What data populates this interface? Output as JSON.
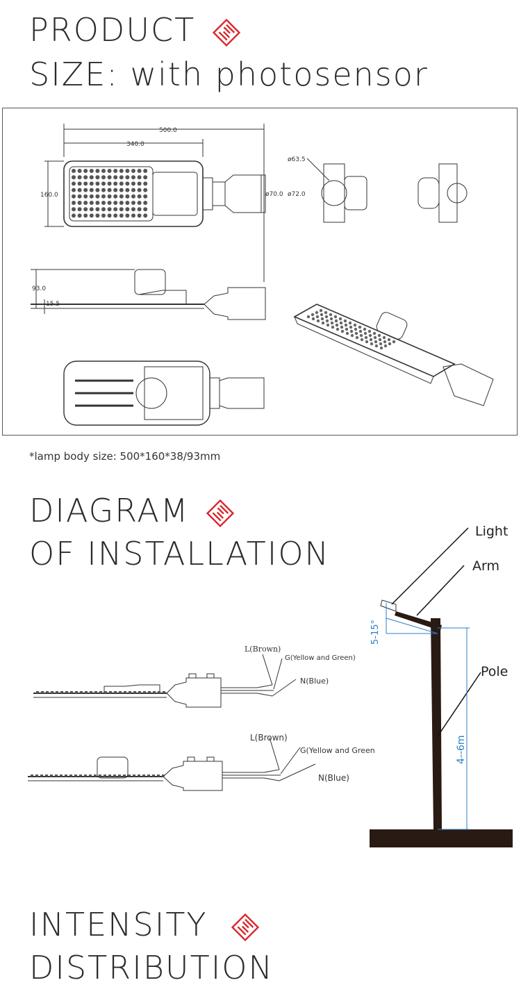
{
  "section1": {
    "title_line1": "PRODUCT",
    "title_line2": "SIZE: with photosensor"
  },
  "drawing": {
    "dim_length": "500.0",
    "dim_inner": "340.0",
    "dim_width": "160.0",
    "dim_d1": "ø70.0",
    "dim_d2": "ø72.0",
    "dim_d3": "ø63.5",
    "dim_height": "93.0",
    "dim_thick": "15.5"
  },
  "note": "*lamp body size: 500*160*38/93mm",
  "section2": {
    "title_line1": "DIAGRAM",
    "title_line2": "OF INSTALLATION"
  },
  "wiring": {
    "l_brown": "L(Brown)",
    "g_yellow_green": "G(Yellow and Green)",
    "n_blue": "N(Blue)"
  },
  "pole": {
    "light": "Light",
    "arm": "Arm",
    "pole": "Pole",
    "angle": "5-15°",
    "height": "4--6m"
  },
  "section3": {
    "title_line1": "INTENSITY",
    "title_line2": "DISTRIBUTION"
  },
  "colors": {
    "accent": "#d9262b",
    "dim_blue": "#2a7fc9"
  }
}
